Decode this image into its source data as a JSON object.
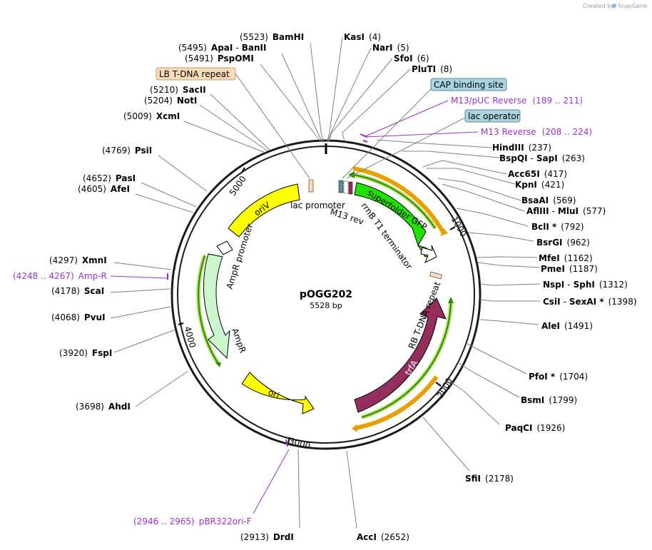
{
  "credit": {
    "text": "Created by",
    "brand": "SnapGene"
  },
  "plasmid": {
    "name": "pOGG202",
    "length": "5528 bp"
  },
  "ticks": [
    "1000",
    "2000",
    "3000",
    "4000",
    "5000"
  ],
  "enzymes": {
    "bamhi": {
      "pos": "(5523)",
      "name": "BamHI"
    },
    "apai": {
      "pos": "(5495)",
      "name": "ApaI",
      "name2": "BanII"
    },
    "pspomi": {
      "pos": "(5491)",
      "name": "PspOMI"
    },
    "sacii": {
      "pos": "(5210)",
      "name": "SacII"
    },
    "noti": {
      "pos": "(5204)",
      "name": "NotI"
    },
    "xcmi": {
      "pos": "(5009)",
      "name": "XcmI"
    },
    "psii": {
      "pos": "(4769)",
      "name": "PsiI"
    },
    "pasi": {
      "pos": "(4652)",
      "name": "PasI"
    },
    "afei": {
      "pos": "(4605)",
      "name": "AfeI"
    },
    "xmni": {
      "pos": "(4297)",
      "name": "XmnI"
    },
    "scai": {
      "pos": "(4178)",
      "name": "ScaI"
    },
    "pvui": {
      "pos": "(4068)",
      "name": "PvuI"
    },
    "fspi": {
      "pos": "(3920)",
      "name": "FspI"
    },
    "ahdi": {
      "pos": "(3698)",
      "name": "AhdI"
    },
    "drdi": {
      "pos": "(2913)",
      "name": "DrdI"
    },
    "acci": {
      "pos": "(2652)",
      "name": "AccI"
    },
    "sfii": {
      "pos": "(2178)",
      "name": "SfiI"
    },
    "paqci": {
      "pos": "(1926)",
      "name": "PaqCI"
    },
    "bsmi": {
      "pos": "(1799)",
      "name": "BsmI"
    },
    "pfoi": {
      "pos": "(1704)",
      "name": "PfoI *"
    },
    "alei": {
      "pos": "(1491)",
      "name": "AleI"
    },
    "csii": {
      "pos": "(1398)",
      "name": "CsiI",
      "name2": "SexAI *"
    },
    "nspi": {
      "pos": "(1312)",
      "name": "NspI",
      "name2": "SphI"
    },
    "pmei": {
      "pos": "(1187)",
      "name": "PmeI"
    },
    "mfei": {
      "pos": "(1162)",
      "name": "MfeI"
    },
    "bsrgi": {
      "pos": "(962)",
      "name": "BsrGI"
    },
    "bcli": {
      "pos": "(792)",
      "name": "BclI *"
    },
    "aflIII": {
      "pos": "(577)",
      "name": "AflIII",
      "name2": "MluI"
    },
    "bsaai": {
      "pos": "(569)",
      "name": "BsaAI"
    },
    "kpni": {
      "pos": "(421)",
      "name": "KpnI"
    },
    "acc65i": {
      "pos": "(417)",
      "name": "Acc65I"
    },
    "bspqi": {
      "pos": "(263)",
      "name": "BspQI",
      "name2": "SapI"
    },
    "hindiii": {
      "pos": "(237)",
      "name": "HindIII"
    },
    "kasi": {
      "pos": "(4)",
      "name": "KasI"
    },
    "nari": {
      "pos": "(5)",
      "name": "NarI"
    },
    "sfoi": {
      "pos": "(6)",
      "name": "SfoI"
    },
    "pluti": {
      "pos": "(8)",
      "name": "PluTI"
    }
  },
  "primers": {
    "m13puc": {
      "name": "M13/pUC Reverse",
      "range": "(189 .. 211)"
    },
    "m13rev": {
      "name": "M13 Reverse",
      "range": "(208 .. 224)"
    },
    "ampr": {
      "name": "Amp-R",
      "range": "(4248 .. 4267)"
    },
    "pbr322": {
      "name": "pBR322ori-F",
      "range": "(2946 .. 2965)"
    }
  },
  "boxed": {
    "lb": "LB T-DNA repeat",
    "cap": "CAP binding site",
    "lacop": "lac operator"
  },
  "features": {
    "sfgfp": "superfolder GFP",
    "rrnb": "rrnB T1 terminator",
    "m13rev": "M13 rev",
    "lacprom": "lac promoter",
    "oriv": "oriV",
    "amprprom": "AmpR promoter",
    "ampr": "AmpR",
    "ori": "ori",
    "trfa": "trfA",
    "rb": "RB T-DNA repeat"
  },
  "colors": {
    "backbone": "#1a1a1a",
    "yellow": "#ffff00",
    "green": "#22e000",
    "lightgreen": "#ccf7cc",
    "maroon": "#952d5f",
    "orange": "#e8a000",
    "primer": "#9b30d0",
    "boxblue": "#a9d4e0",
    "boxpeach": "#fcdcb8"
  }
}
